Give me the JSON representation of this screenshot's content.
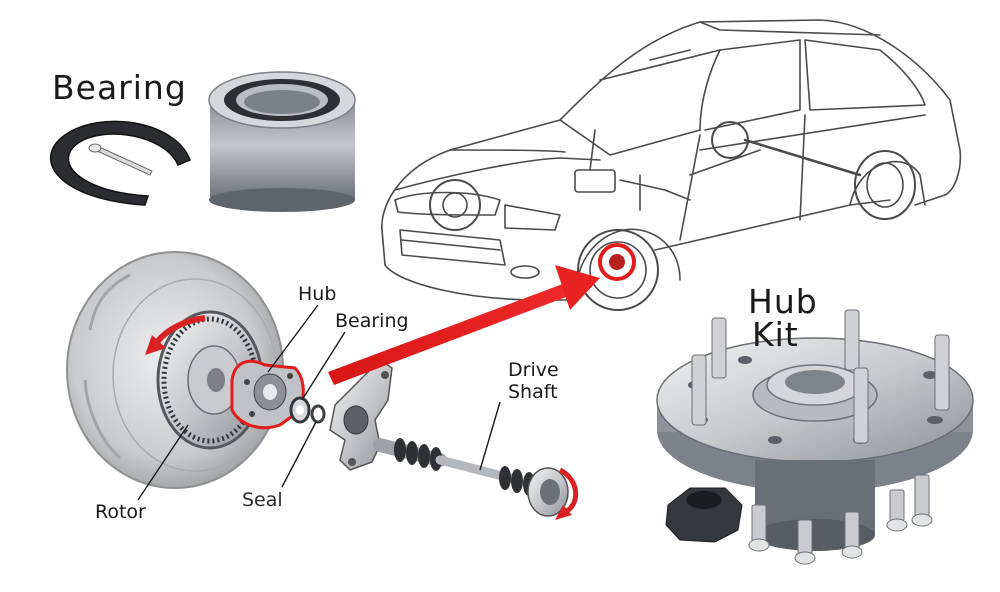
{
  "labels": {
    "bearing_title": "Bearing",
    "hub_kit_line1": "Hub",
    "hub_kit_line2": "Kit",
    "hub": "Hub",
    "bearing": "Bearing",
    "drive_line1": "Drive",
    "drive_line2": "Shaft",
    "rotor": "Rotor",
    "seal": "Seal"
  },
  "colors": {
    "highlight_red": "#e31b1b",
    "metal_light": "#d8dade",
    "metal_dark": "#5c6068",
    "line_art": "#4a4a4a"
  }
}
